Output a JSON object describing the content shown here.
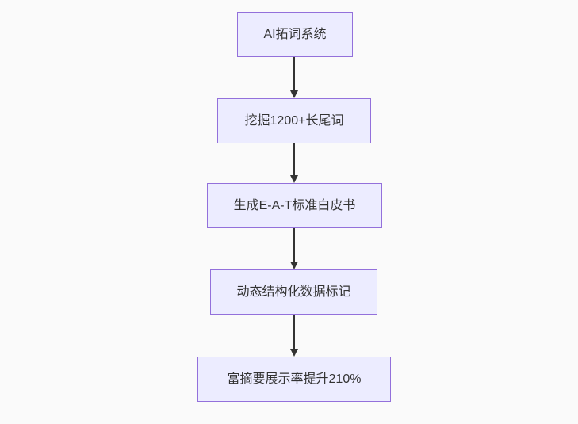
{
  "diagram": {
    "type": "flowchart",
    "direction": "top-down",
    "colors": {
      "background": "#fafafa",
      "node_fill": "#ECECFF",
      "node_border": "#9370DB",
      "text": "#333333",
      "arrow": "#333333"
    },
    "nodes": [
      {
        "id": "node-0",
        "label": "AI拓词系统"
      },
      {
        "id": "node-1",
        "label": "挖掘1200+长尾词"
      },
      {
        "id": "node-2",
        "label": "生成E-A-T标准白皮书"
      },
      {
        "id": "node-3",
        "label": "动态结构化数据标记"
      },
      {
        "id": "node-4",
        "label": "富摘要展示率提升210%"
      }
    ],
    "edges": [
      {
        "from": "node-0",
        "to": "node-1"
      },
      {
        "from": "node-1",
        "to": "node-2"
      },
      {
        "from": "node-2",
        "to": "node-3"
      },
      {
        "from": "node-3",
        "to": "node-4"
      }
    ]
  }
}
